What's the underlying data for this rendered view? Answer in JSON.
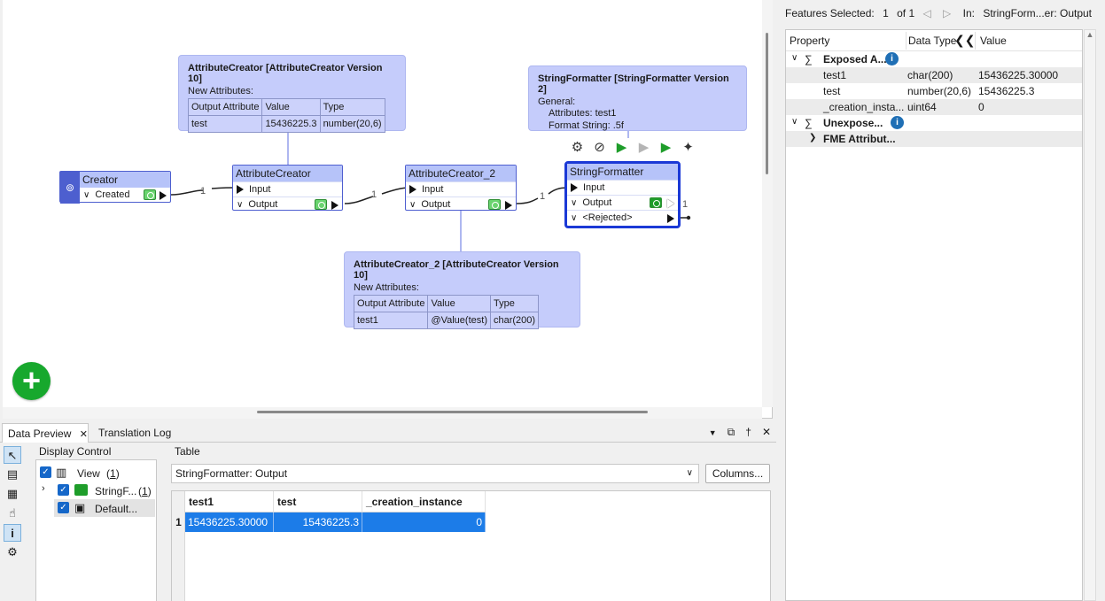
{
  "canvas": {
    "annotations": {
      "attr1": {
        "title": "AttributeCreator [AttributeCreator Version 10]",
        "subtitle": "New Attributes:",
        "headers": [
          "Output Attribute",
          "Value",
          "Type"
        ],
        "row": [
          "test",
          "15436225.3",
          "number(20,6)"
        ]
      },
      "attr2": {
        "title": "AttributeCreator_2 [AttributeCreator Version 10]",
        "subtitle": "New Attributes:",
        "headers": [
          "Output Attribute",
          "Value",
          "Type"
        ],
        "row": [
          "test1",
          "@Value(test)",
          "char(200)"
        ]
      },
      "strfmt": {
        "title": "StringFormatter [StringFormatter Version 2]",
        "general": "General:",
        "line1": "Attributes: test1",
        "line2": "Format String: .5f"
      }
    },
    "nodes": {
      "creator": {
        "title": "Creator",
        "port": "Created"
      },
      "attr1": {
        "title": "AttributeCreator",
        "input": "Input",
        "output": "Output"
      },
      "attr2": {
        "title": "AttributeCreator_2",
        "input": "Input",
        "output": "Output"
      },
      "strfmt": {
        "title": "StringFormatter",
        "input": "Input",
        "output": "Output",
        "rejected": "<Rejected>"
      }
    },
    "counts": {
      "c1": "1",
      "c2": "1",
      "c3": "1",
      "c4": "1"
    },
    "toolbar_icons": [
      "gear-icon",
      "disable-icon",
      "run-to-icon",
      "run-from-icon",
      "run-this-icon",
      "sparkle-icon"
    ],
    "add_button": "+"
  },
  "inspector": {
    "features_label": "Features Selected:",
    "selected": "1",
    "of": "of 1",
    "in_label": "In:",
    "in_value": "StringForm...er: Output",
    "columns": {
      "property": "Property",
      "data_type": "Data Type",
      "value": "Value"
    },
    "exposed_group": "Exposed A...",
    "unexposed_group": "Unexpose...",
    "fme_group": "FME Attribut...",
    "rows": [
      {
        "name": "test1",
        "type": "char(200)",
        "value": "15436225.30000"
      },
      {
        "name": "test",
        "type": "number(20,6)",
        "value": "15436225.3"
      },
      {
        "name": "_creation_insta...",
        "type": "uint64",
        "value": "0"
      }
    ]
  },
  "bottom": {
    "tabs": {
      "data_preview": "Data Preview",
      "close": "✕",
      "translation_log": "Translation Log"
    },
    "display_control": "Display Control",
    "table_label": "Table",
    "tree": {
      "view": "View",
      "view_count": "1",
      "string": "StringF...",
      "string_count": "1",
      "default": "Default..."
    },
    "table_select": "StringFormatter: Output",
    "columns_button": "Columns...",
    "grid": {
      "headers": [
        "test1",
        "test",
        "_creation_instance"
      ],
      "row_number": "1",
      "row": [
        "15436225.30000",
        "15436225.3",
        "0"
      ]
    }
  }
}
